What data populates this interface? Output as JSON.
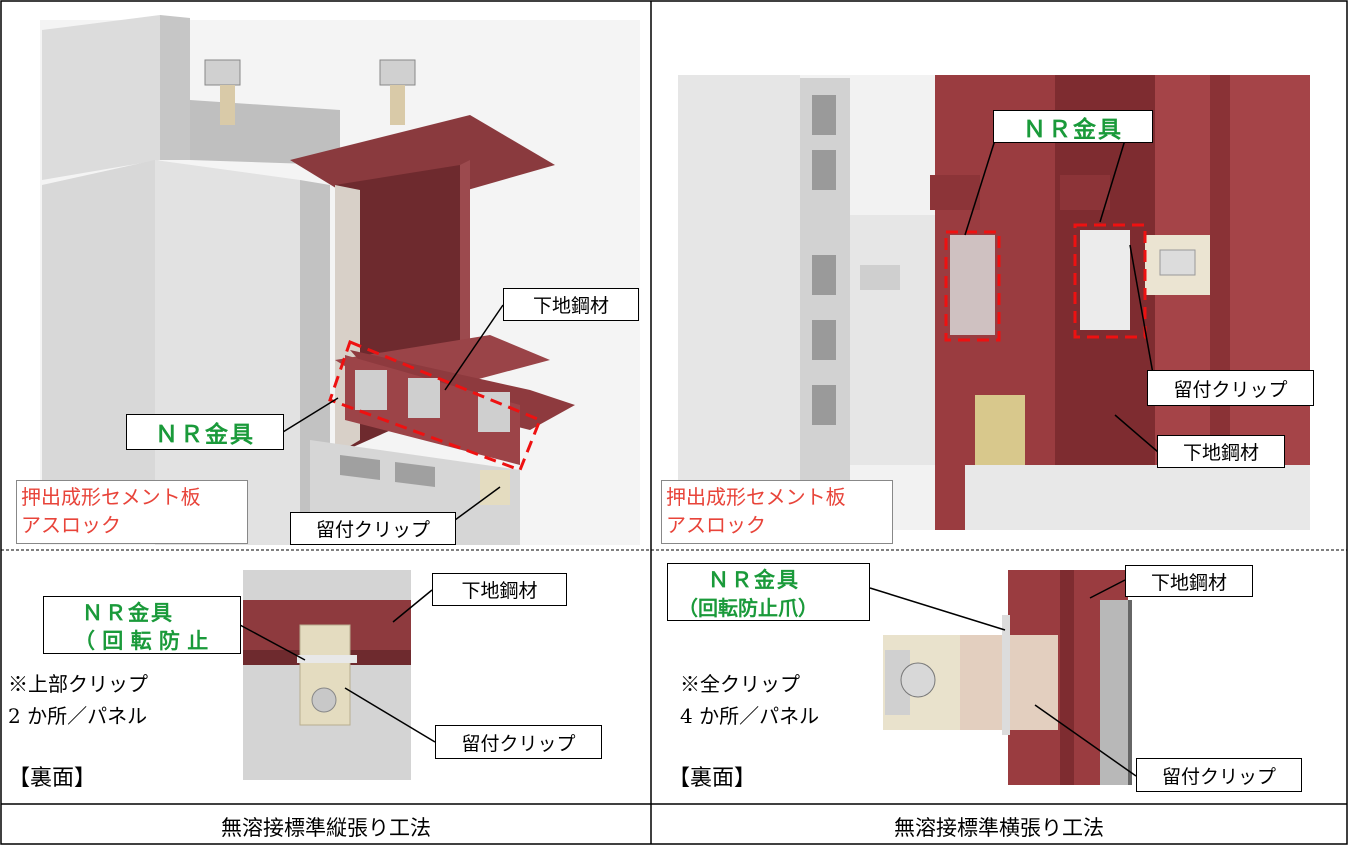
{
  "top_left": {
    "nr_label": "ＮＲ金具",
    "base_steel": "下地鋼材",
    "clip": "留付クリップ",
    "panel_line1": "押出成形セメント板",
    "panel_line2": "アスロック"
  },
  "top_right": {
    "nr_label": "ＮＲ金具",
    "clip": "留付クリップ",
    "base_steel": "下地鋼材",
    "panel_line1": "押出成形セメント板",
    "panel_line2": "アスロック"
  },
  "bottom_left": {
    "nr_label_line1": "ＮＲ金具",
    "nr_label_line2": "（ 回 転 防 止",
    "base_steel": "下地鋼材",
    "clip": "留付クリップ",
    "note_line1": "※上部クリップ",
    "note_line2": "2 か所／パネル",
    "back_label": "【裏面】"
  },
  "bottom_right": {
    "nr_label_line1": "ＮＲ金具",
    "nr_label_line2": "（回転防止爪）",
    "base_steel": "下地鋼材",
    "clip": "留付クリップ",
    "note_line1": "※全クリップ",
    "note_line2": "4 か所／パネル",
    "back_label": "【裏面】"
  },
  "captions": {
    "left": "無溶接標準縦張り工法",
    "right": "無溶接標準横張り工法"
  }
}
